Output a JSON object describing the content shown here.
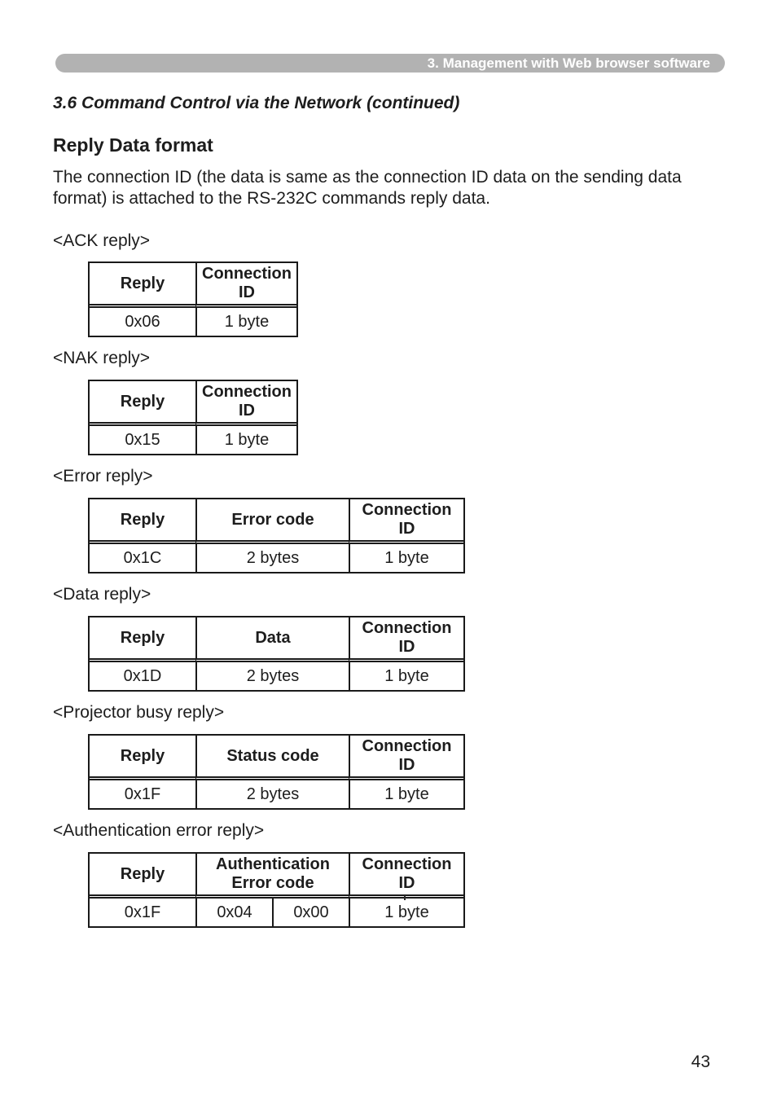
{
  "page": {
    "header_bar": {
      "text": "3. Management with Web browser software",
      "bg_color": "#b2b2b2",
      "text_color": "#ffffff"
    },
    "section_title": "3.6 Command Control via the Network (continued)",
    "subsection_title": "Reply Data format",
    "intro_paragraph": "The connection ID (the data is same as the connection ID data on the sending data format) is attached to the RS-232C commands reply data.",
    "page_number": "43"
  },
  "reply_tables": [
    {
      "label": "<ACK reply>",
      "columns": [
        "Reply",
        "Connection\nID"
      ],
      "values": [
        "0x06",
        "1 byte"
      ]
    },
    {
      "label": "<NAK reply>",
      "columns": [
        "Reply",
        "Connection\nID"
      ],
      "values": [
        "0x15",
        "1 byte"
      ]
    },
    {
      "label": "<Error reply>",
      "columns": [
        "Reply",
        "Error code",
        "Connection\nID"
      ],
      "values": [
        "0x1C",
        "2 bytes",
        "1 byte"
      ]
    },
    {
      "label": "<Data reply>",
      "columns": [
        "Reply",
        "Data",
        "Connection\nID"
      ],
      "values": [
        "0x1D",
        "2 bytes",
        "1 byte"
      ]
    },
    {
      "label": "<Projector busy reply>",
      "columns": [
        "Reply",
        "Status code",
        "Connection\nID"
      ],
      "values": [
        "0x1F",
        "2 bytes",
        "1 byte"
      ]
    },
    {
      "label": "<Authentication error reply>",
      "columns": [
        "Reply",
        "Authentication\nError code",
        "Connection\nID"
      ],
      "values": [
        "0x1F",
        "0x04",
        "0x00",
        "1 byte"
      ]
    }
  ]
}
